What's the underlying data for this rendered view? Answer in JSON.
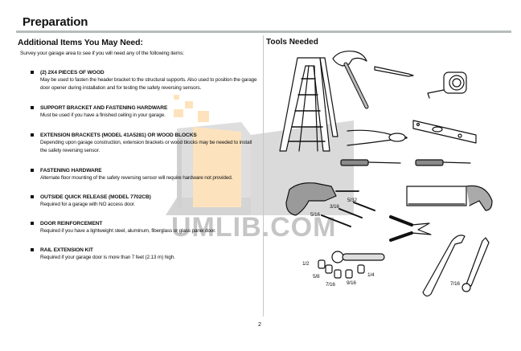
{
  "header": {
    "title": "Preparation"
  },
  "left": {
    "heading": "Additional Items You May Need:",
    "intro": "Survey your garage area to see if you will need any of the following items:",
    "items": [
      {
        "title": "(2) 2X4 PIECES OF WOOD",
        "desc": "May be used to fasten the header bracket to the structural supports. Also used to position the garage door opener during installation and for testing the safety reversing sensors."
      },
      {
        "title": "SUPPORT BRACKET AND FASTENING HARDWARE",
        "desc": "Must be used if you have a finished ceiling in your garage."
      },
      {
        "title": "EXTENSION BRACKETS (MODEL 41A5281) OR WOOD BLOCKS",
        "desc": "Depending upon garage construction, extension brackets or wood blocks may be needed to install the safety reversing sensor."
      },
      {
        "title": "FASTENING HARDWARE",
        "desc": "Alternate floor mounting of the safety reversing sensor will require hardware not provided."
      },
      {
        "title": "OUTSIDE QUICK RELEASE (MODEL 7702CB)",
        "desc": "Required for a garage with NO access door."
      },
      {
        "title": "DOOR REINFORCEMENT",
        "desc": "Required if you have a lightweight steel, aluminum, fiberglass or glass panel door."
      },
      {
        "title": "RAIL EXTENSION KIT",
        "desc": "Required if your garage door is more than 7 feet (2.13 m) high."
      }
    ]
  },
  "right": {
    "heading": "Tools Needed",
    "tools": [
      "step-ladder",
      "hammer",
      "pencil",
      "tape-measure",
      "pliers",
      "level",
      "flat-screwdriver",
      "phillips-screwdriver",
      "power-drill",
      "drill-bits",
      "hacksaw",
      "wire-cutters",
      "socket-wrench",
      "sockets",
      "adjustable-wrench",
      "combination-wrench"
    ],
    "drill_bit_labels": [
      "5/32",
      "3/16",
      "5/16"
    ],
    "socket_labels": [
      "1/2",
      "5/8",
      "7/16",
      "9/16",
      "1/4"
    ],
    "wrench_label": "7/16"
  },
  "footer": {
    "page_number": "2"
  },
  "watermark": {
    "text": "UMLIB.COM",
    "colors": {
      "orange": "#fde3bd",
      "gray": "#d3d3d3"
    }
  }
}
